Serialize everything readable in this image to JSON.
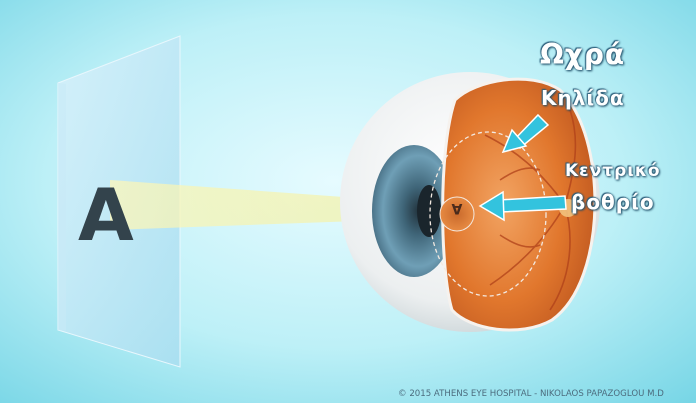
{
  "diagram": {
    "chart_letter": "A",
    "retina_letter": "A",
    "labels": {
      "macula_line1": "Ωχρά",
      "macula_line2": "Κηλίδα",
      "fovea_line1": "Κεντρικό",
      "fovea_line2": "βοθρίο"
    },
    "copyright": "© 2015 ATHENS EYE HOSPITAL - NIKOLAOS PAPAZOGLOU M.D"
  },
  "colors": {
    "background_light": "#e6fbff",
    "background_mid": "#8fe0ec",
    "arrow": "#33c3de",
    "retina": "#e1772d",
    "iris": "#5f8fa6",
    "sclera": "#f4f4f4"
  }
}
